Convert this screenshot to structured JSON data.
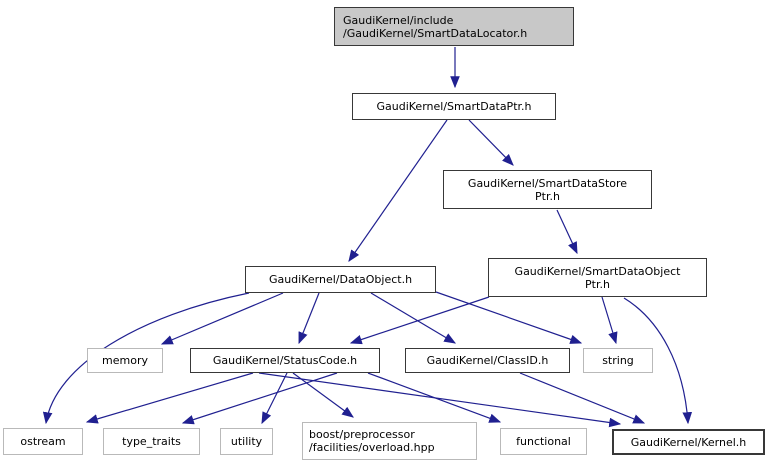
{
  "diagram_type": "include-dependency-graph",
  "colors": {
    "edge": "#202090",
    "current-fill": "#c8c8c8",
    "node-fill": "#ffffff",
    "border-dark": "#383838",
    "border-light": "#b9b9b9",
    "text": "#000000",
    "bg": "#ffffff"
  },
  "nodes": {
    "locator": {
      "label": "GaudiKernel/include/GaudiKernel/SmartDataLocator.h",
      "lines": [
        "GaudiKernel/include",
        "/GaudiKernel/SmartDataLocator.h"
      ],
      "kind": "current-file"
    },
    "ptr": {
      "label": "GaudiKernel/SmartDataPtr.h",
      "lines": [
        "GaudiKernel/SmartDataPtr.h"
      ],
      "kind": "project-header"
    },
    "store": {
      "label": "GaudiKernel/SmartDataStorePtr.h",
      "lines": [
        "GaudiKernel/SmartDataStore",
        "Ptr.h"
      ],
      "kind": "project-header"
    },
    "objptr": {
      "label": "GaudiKernel/SmartDataObjectPtr.h",
      "lines": [
        "GaudiKernel/SmartDataObject",
        "Ptr.h"
      ],
      "kind": "project-header"
    },
    "dataobj": {
      "label": "GaudiKernel/DataObject.h",
      "lines": [
        "GaudiKernel/DataObject.h"
      ],
      "kind": "project-header"
    },
    "memory": {
      "label": "memory",
      "lines": [
        "memory"
      ],
      "kind": "system-header"
    },
    "statuscode": {
      "label": "GaudiKernel/StatusCode.h",
      "lines": [
        "GaudiKernel/StatusCode.h"
      ],
      "kind": "project-header"
    },
    "classid": {
      "label": "GaudiKernel/ClassID.h",
      "lines": [
        "GaudiKernel/ClassID.h"
      ],
      "kind": "project-header"
    },
    "string": {
      "label": "string",
      "lines": [
        "string"
      ],
      "kind": "system-header"
    },
    "ostream": {
      "label": "ostream",
      "lines": [
        "ostream"
      ],
      "kind": "system-header"
    },
    "typetraits": {
      "label": "type_traits",
      "lines": [
        "type_traits"
      ],
      "kind": "system-header"
    },
    "utility": {
      "label": "utility",
      "lines": [
        "utility"
      ],
      "kind": "system-header"
    },
    "boost": {
      "label": "boost/preprocessor/facilities/overload.hpp",
      "lines": [
        "boost/preprocessor",
        "/facilities/overload.hpp"
      ],
      "kind": "system-header"
    },
    "functional": {
      "label": "functional",
      "lines": [
        "functional"
      ],
      "kind": "system-header"
    },
    "kernel": {
      "label": "GaudiKernel/Kernel.h",
      "lines": [
        "GaudiKernel/Kernel.h"
      ],
      "kind": "project-header"
    }
  },
  "edges": [
    {
      "from": "locator",
      "to": "ptr"
    },
    {
      "from": "ptr",
      "to": "dataobj"
    },
    {
      "from": "ptr",
      "to": "store"
    },
    {
      "from": "store",
      "to": "objptr"
    },
    {
      "from": "objptr",
      "to": "statuscode"
    },
    {
      "from": "objptr",
      "to": "string"
    },
    {
      "from": "objptr",
      "to": "kernel"
    },
    {
      "from": "dataobj",
      "to": "memory"
    },
    {
      "from": "dataobj",
      "to": "statuscode"
    },
    {
      "from": "dataobj",
      "to": "classid"
    },
    {
      "from": "dataobj",
      "to": "string"
    },
    {
      "from": "dataobj",
      "to": "ostream"
    },
    {
      "from": "statuscode",
      "to": "ostream"
    },
    {
      "from": "statuscode",
      "to": "typetraits"
    },
    {
      "from": "statuscode",
      "to": "utility"
    },
    {
      "from": "statuscode",
      "to": "boost"
    },
    {
      "from": "statuscode",
      "to": "functional"
    },
    {
      "from": "statuscode",
      "to": "kernel"
    },
    {
      "from": "classid",
      "to": "kernel"
    }
  ]
}
